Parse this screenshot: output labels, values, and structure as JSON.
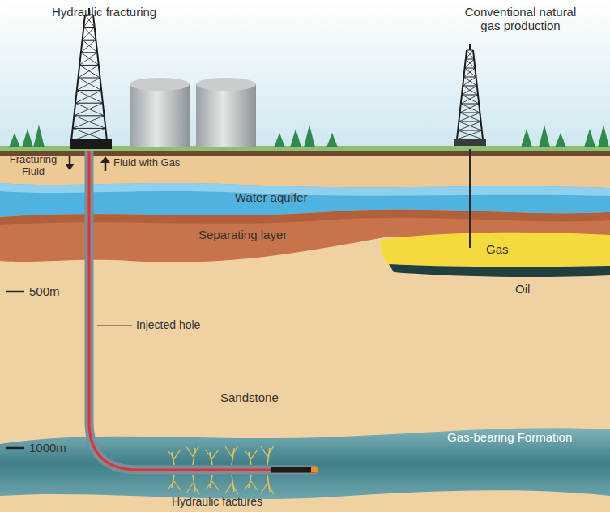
{
  "diagram": {
    "labels": [
      "Hydraulic fracturing",
      "Conventional natural gas production",
      "Fracturing Fluid",
      "Fluid with Gas",
      "Water aquifer",
      "Separating layer",
      "Gas",
      "Oil",
      "500m",
      "Injected hole",
      "Sandstone",
      "Gas-bearing Formation",
      "1000m",
      "Hydraulic factures"
    ]
  }
}
